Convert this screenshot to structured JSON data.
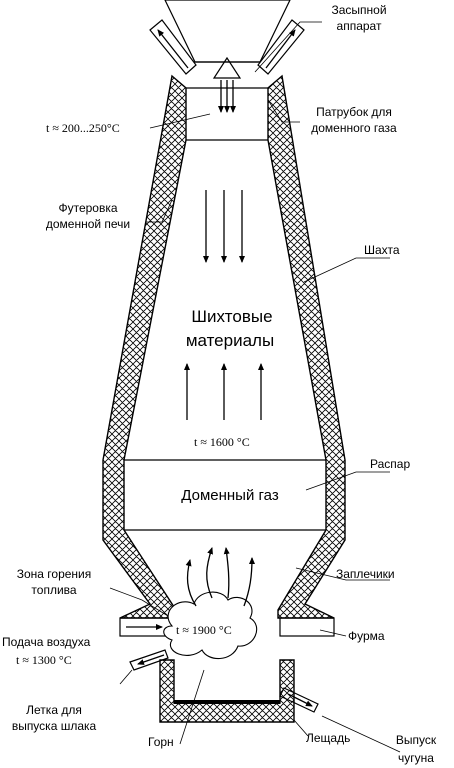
{
  "labels": {
    "charger": [
      "Засыпной",
      "аппарат"
    ],
    "gas_pipe": [
      "Патрубок для",
      "доменного газа"
    ],
    "top_temp": "t ≈ 200...250°C",
    "lining": [
      "Футеровка",
      "доменной печи"
    ],
    "shaft": "Шахта",
    "charge_materials": [
      "Шихтовые",
      "материалы"
    ],
    "mid_temp": "t ≈ 1600 °C",
    "bosh_parallel": "Распар",
    "blast_gas": "Доменный газ",
    "combustion_zone": [
      "Зона горения",
      "топлива"
    ],
    "bosh": "Заплечики",
    "air_supply": "Подача воздуха",
    "air_temp": "t ≈ 1300 °C",
    "tuyere": "Фурма",
    "flame_temp": "t ≈ 1900 °C",
    "slag_notch": [
      "Летка для",
      "выпуска шлака"
    ],
    "hearth": "Горн",
    "hearth_bottom": "Лещадь",
    "iron_tap": [
      "Выпуск",
      "чугуна"
    ]
  }
}
